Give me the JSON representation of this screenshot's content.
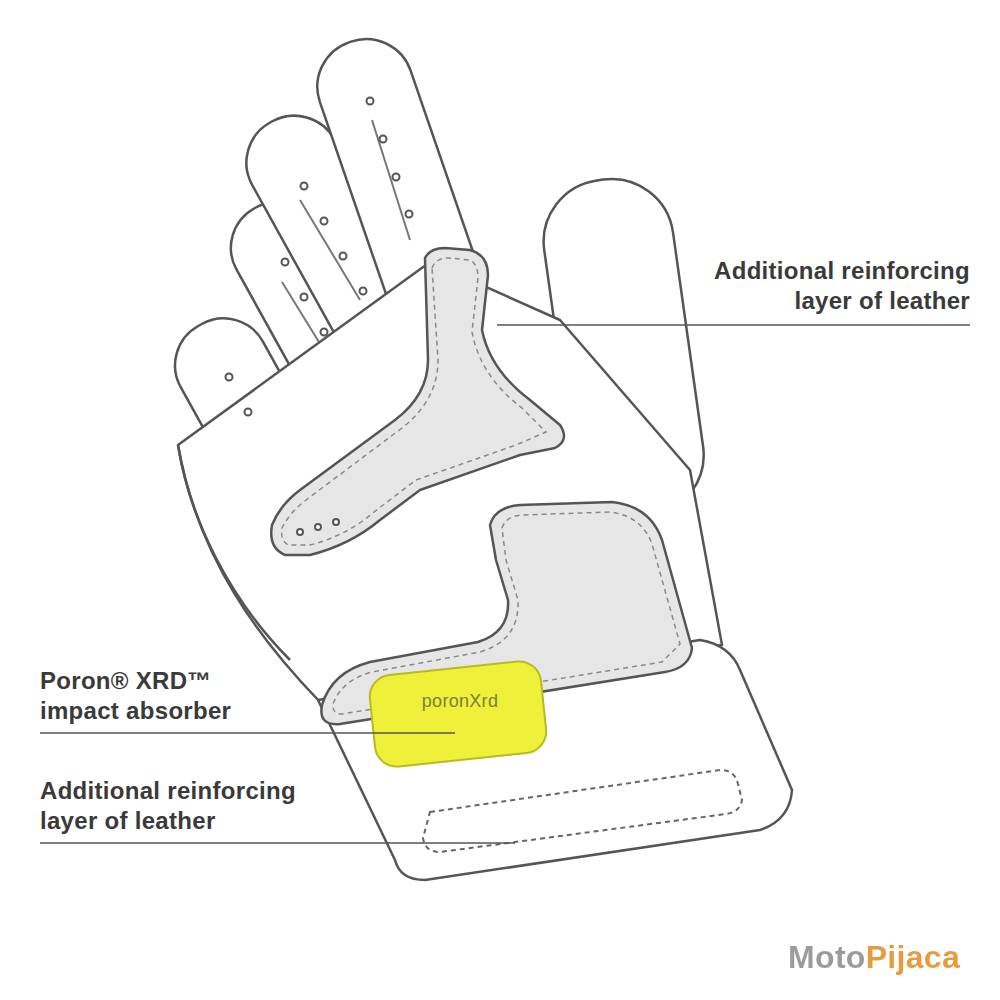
{
  "diagram": {
    "labels": [
      "Additional reinforcing layer of leather",
      "Poron® XRD™ impact absorber",
      "poronXrd",
      "Additional reinforcing layer of leather",
      "MotoPijaca"
    ]
  }
}
